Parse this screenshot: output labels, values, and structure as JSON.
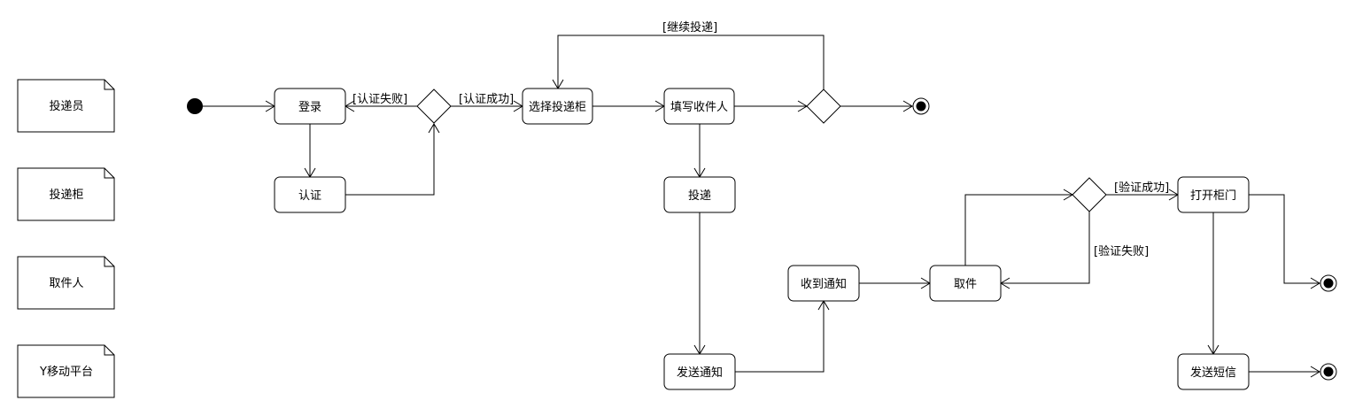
{
  "notes": {
    "courier": "投递员",
    "locker": "投递柜",
    "recipient": "取件人",
    "platform": "Y移动平台"
  },
  "activities": {
    "login": "登录",
    "auth": "认证",
    "select_locker": "选择投递柜",
    "fill_recipient": "填写收件人",
    "deliver": "投递",
    "send_notice": "发送通知",
    "receive_notice": "收到通知",
    "pickup": "取件",
    "open_door": "打开柜门",
    "send_sms": "发送短信"
  },
  "guards": {
    "auth_fail": "[认证失败]",
    "auth_success": "[认证成功]",
    "continue_delivery": "[继续投递]",
    "verify_success": "[验证成功]",
    "verify_fail": "[验证失败]"
  }
}
